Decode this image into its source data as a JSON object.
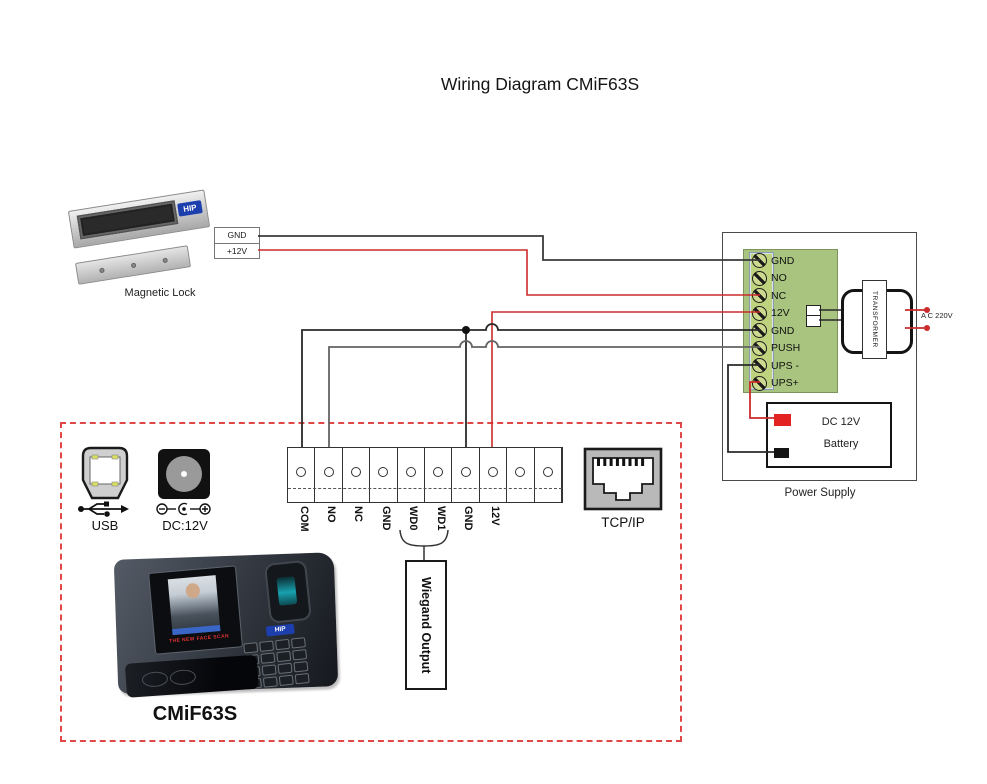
{
  "title": "Wiring Diagram CMiF63S",
  "colors": {
    "wire_black": "#3a3a3a",
    "wire_gray": "#636363",
    "wire_red": "#cc2b2b",
    "terminal_green": "#a9c47f",
    "dashed_boundary_red": "#e04848",
    "hip_blue": "#1d3fae",
    "battery_positive_red": "#e32222",
    "battery_negative_black": "#141414"
  },
  "magnetic_lock": {
    "label": "Magnetic Lock",
    "brand": "HIP",
    "terminals": [
      "GND",
      "+12V"
    ]
  },
  "power_supply": {
    "label": "Power Supply",
    "terminals": [
      "GND",
      "NO",
      "NC",
      "12V",
      "GND",
      "PUSH",
      "UPS -",
      "UPS+"
    ],
    "transformer_label": "TRANSFORMER",
    "ac_label": "A C 220V",
    "battery": {
      "line1": "DC 12V",
      "line2": "Battery"
    }
  },
  "device_box": {
    "terminal_strip": [
      "COM",
      "NO",
      "NC",
      "GND",
      "WD0",
      "WD1",
      "GND",
      "12V"
    ],
    "wiegand_label": "Wiegand Output",
    "usb_label": "USB",
    "dc_label": "DC:12V",
    "tcpip_label": "TCP/IP",
    "device_name": "CMiF63S",
    "screen_caption": "THE NEW FACE SCAN",
    "brand": "HIP"
  }
}
